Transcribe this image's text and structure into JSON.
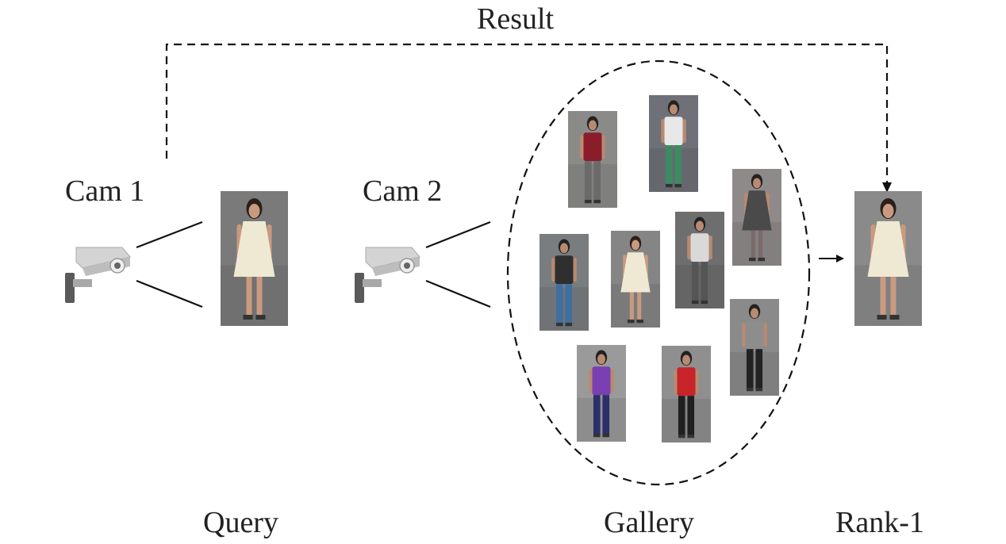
{
  "labels": {
    "result": "Result",
    "cam1": "Cam 1",
    "cam2": "Cam 2",
    "query": "Query",
    "gallery": "Gallery",
    "rank1": "Rank-1"
  },
  "icons": {
    "camera": "security-camera-icon"
  },
  "colors": {
    "stroke": "#111111",
    "camera_body": "#cfcfcf",
    "camera_mount": "#5a5a5a",
    "pavement": "#8c8c8c"
  },
  "people": {
    "query": {
      "shirt": "#efe9d3",
      "skin": "#c99a80",
      "hair": "#2a1f1a",
      "legs": "#c99a80",
      "bg": "#7a7a7a"
    },
    "rank1": {
      "shirt": "#efe9d3",
      "skin": "#c99a80",
      "hair": "#2a1f1a",
      "legs": "#c99a80",
      "bg": "#8a8a8a"
    },
    "gallery": [
      {
        "shirt": "#8b1d2a",
        "skin": "#b88a70",
        "hair": "#222222",
        "legs": "#6a6a6a",
        "bg": "#8a8a88"
      },
      {
        "shirt": "#e8e8e8",
        "skin": "#b88a70",
        "hair": "#222222",
        "legs": "#3e8a62",
        "bg": "#6f7078"
      },
      {
        "shirt": "#4a4a4a",
        "skin": "#b88a70",
        "hair": "#222222",
        "legs": "#7a6a6a",
        "bg": "#8f8a8a"
      },
      {
        "shirt": "#2f2f2f",
        "skin": "#b88a70",
        "hair": "#222222",
        "legs": "#3f6fa0",
        "bg": "#7a7d80"
      },
      {
        "shirt": "#efe9d3",
        "skin": "#c99a80",
        "hair": "#2a1f1a",
        "legs": "#c99a80",
        "bg": "#858585"
      },
      {
        "shirt": "#d9d9d9",
        "skin": "#b88a70",
        "hair": "#222222",
        "legs": "#555555",
        "bg": "#6e6e6e"
      },
      {
        "shirt": "#8d8d8d",
        "skin": "#b88a70",
        "hair": "#222222",
        "legs": "#222222",
        "bg": "#8a8a8a"
      },
      {
        "shirt": "#7a3fb0",
        "skin": "#b88a70",
        "hair": "#222222",
        "legs": "#2b2f6a",
        "bg": "#9a9a9a"
      },
      {
        "shirt": "#c8242a",
        "skin": "#b88a70",
        "hair": "#222222",
        "legs": "#1f1f1f",
        "bg": "#8f8f8f"
      }
    ]
  }
}
